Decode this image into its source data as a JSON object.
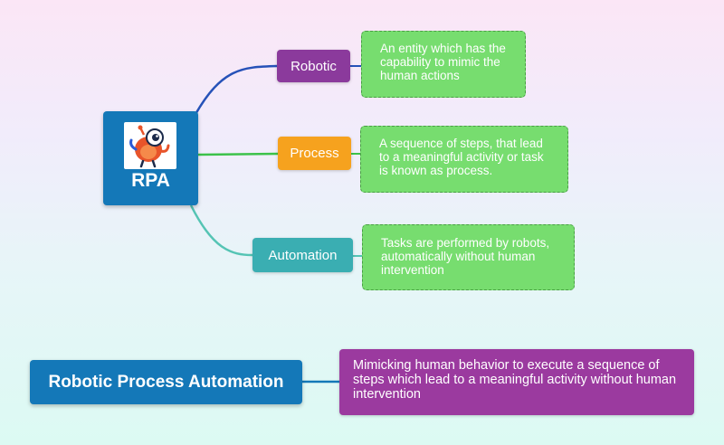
{
  "mindmap": {
    "root": {
      "label": "RPA",
      "image": "robot-mascot"
    },
    "branches": [
      {
        "label": "Robotic",
        "color": "#8b3a9c",
        "link_color": "#2652b8",
        "description": "An entity which has the capability to mimic the human actions"
      },
      {
        "label": "Process",
        "color": "#f6a21e",
        "link_color": "#3cc24a",
        "description": "A sequence of steps, that lead to a meaningful activity or task is known as process."
      },
      {
        "label": "Automation",
        "color": "#3aaeb2",
        "link_color": "#55c4b4",
        "description": "Tasks are performed by robots, automatically without human intervention"
      }
    ],
    "note_color": "#77dd6f"
  },
  "definition": {
    "term": "Robotic Process Automation",
    "text": "Mimicking human behavior to execute a sequence of steps which lead to a meaningful activity without human intervention",
    "term_color": "#1478b8",
    "text_color": "#9b3a9f"
  }
}
